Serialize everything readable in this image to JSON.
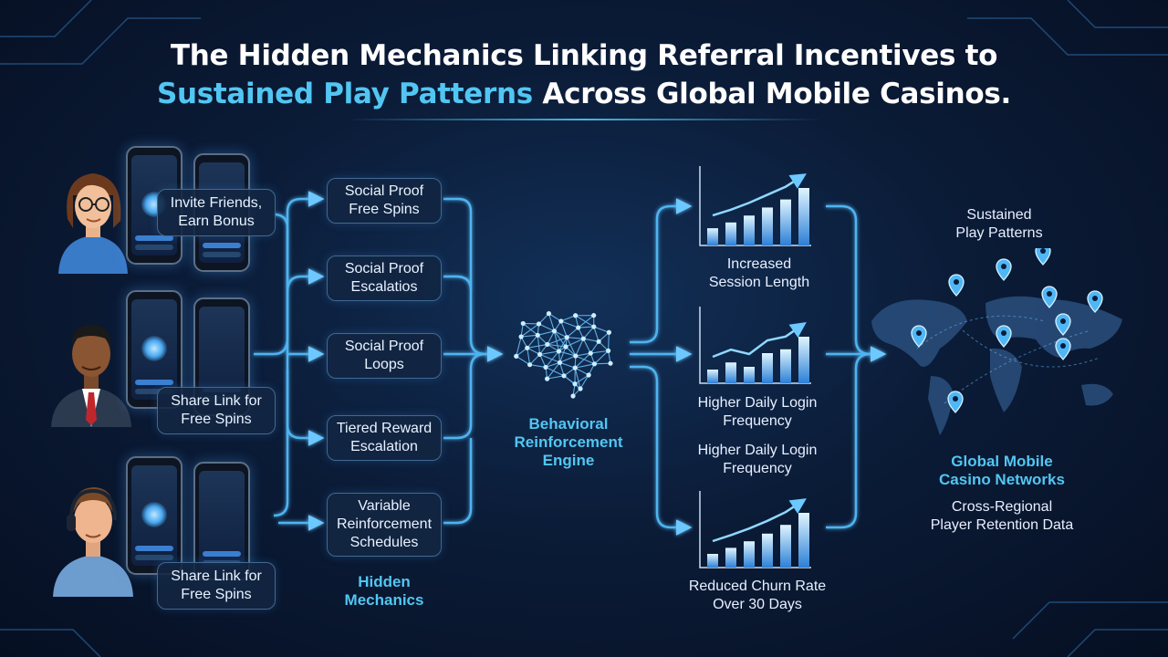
{
  "title": {
    "line1": "The Hidden Mechanics Linking Referral Incentives to",
    "line2_accent": "Sustained Play Patterns",
    "line2_rest": " Across Global Mobile Casinos."
  },
  "referrals": [
    {
      "line1": "Invite Friends,",
      "line2": "Earn Bonus"
    },
    {
      "line1": "Share Link for",
      "line2": "Free Spins"
    },
    {
      "line1": "Share Link for",
      "line2": "Free Spins"
    }
  ],
  "mechanics": [
    {
      "line1": "Social Proof",
      "line2": "Free Spins"
    },
    {
      "line1": "Social Proof",
      "line2": "Escalatios"
    },
    {
      "line1": "Social Proof",
      "line2": "Loops"
    },
    {
      "line1": "Tiered Reward",
      "line2": "Escalation"
    },
    {
      "line1": "Variable",
      "line2": "Reinforcement",
      "line3": "Schedules"
    }
  ],
  "mechanics_heading": {
    "line1": "Hidden",
    "line2": "Mechanics"
  },
  "engine": {
    "line1": "Behavioral",
    "line2": "Reinforcement",
    "line3": "Engine",
    "icon": "brain-network-icon"
  },
  "outcomes": [
    {
      "line1": "Increased",
      "line2": "Session Length",
      "bars": [
        0.3,
        0.4,
        0.52,
        0.66,
        0.8,
        1.0
      ]
    },
    {
      "line1": "Higher Daily Login",
      "line2": "Frequency",
      "bars": [
        0.25,
        0.38,
        0.3,
        0.55,
        0.62,
        0.85
      ]
    },
    {
      "line1": "Higher Daily Login",
      "line2": "Frequency"
    },
    {
      "line1": "Reduced Churn Rate",
      "line2": "Over 30 Days",
      "bars": [
        0.25,
        0.36,
        0.48,
        0.62,
        0.78,
        1.0
      ]
    }
  ],
  "sustained": {
    "line1": "Sustained",
    "line2": "Play Patterns"
  },
  "network": {
    "line1": "Global Mobile",
    "line2": "Casino Networks",
    "sub1": "Cross-Regional",
    "sub2": "Player Retention Data",
    "icon": "world-map-icon"
  },
  "colors": {
    "accent": "#52c6f2",
    "line": "#4fb3f0",
    "pill_border": "#3f6a93"
  }
}
